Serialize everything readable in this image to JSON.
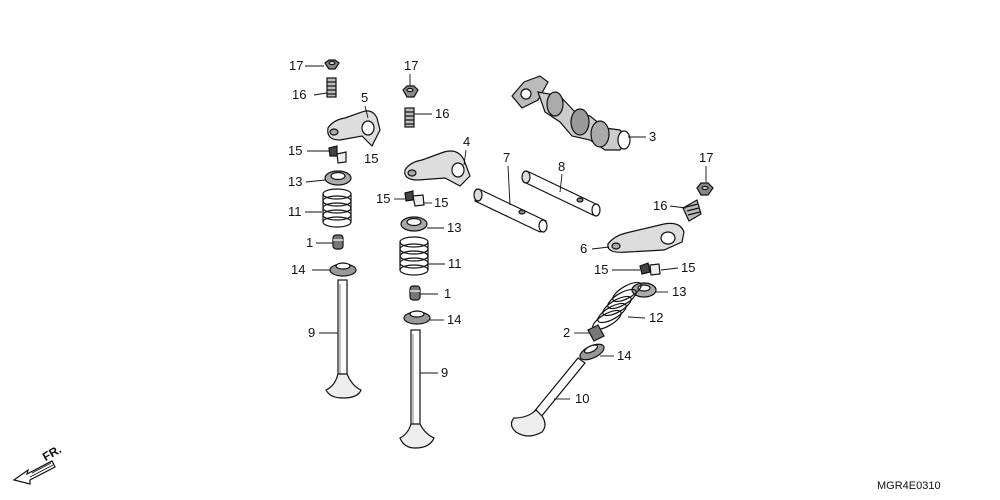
{
  "diagram": {
    "code": "MGR4E0310",
    "direction_label": "FR.",
    "callouts": [
      "17",
      "16",
      "5",
      "15",
      "15",
      "13",
      "11",
      "1",
      "14",
      "9",
      "17",
      "16",
      "4",
      "15",
      "15",
      "13",
      "11",
      "1",
      "14",
      "9",
      "7",
      "8",
      "3",
      "17",
      "16",
      "6",
      "15",
      "15",
      "13",
      "12",
      "2",
      "14",
      "10"
    ]
  }
}
